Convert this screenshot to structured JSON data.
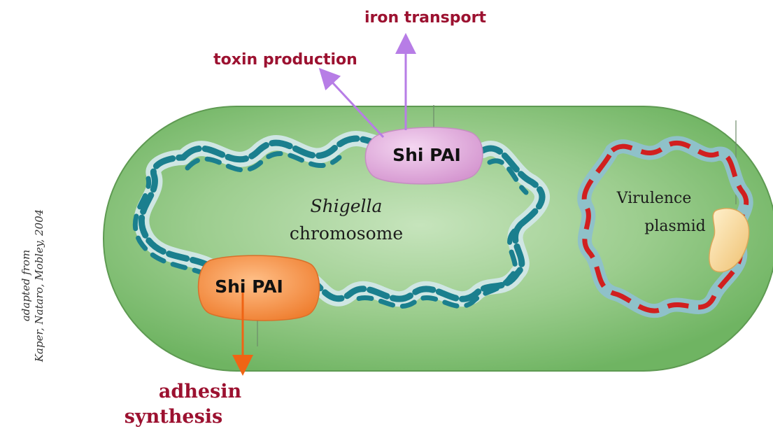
{
  "labels": {
    "iron_transport": "iron transport",
    "toxin_production": "toxin production",
    "shi_pai_top": "Shi PAI",
    "shi_pai_bottom": "Shi PAI",
    "shigella": "Shigella",
    "chromosome": "chromosome",
    "virulence": "Virulence",
    "plasmid": "plasmid",
    "adhesin": "adhesin",
    "synthesis": "synthesis",
    "credit_line1": "adapted from",
    "credit_line2": "Kaper, Nataro, Mobley, 2004"
  },
  "colors": {
    "cell_fill": "#7fbf72",
    "cell_inner": "#b8dcae",
    "cell_edge": "#6aa15e",
    "dna_teal": "#1a7f8e",
    "dna_light": "#cfe6e3",
    "plasmid_red": "#d11f1f",
    "plasmid_blue": "#8fc1c9",
    "pai_top": "#dca8d8",
    "pai_bottom": "#f08a3c",
    "plasmid_insert": "#f3d79a",
    "purple_arrow": "#b77de6",
    "orange_arrow": "#f06414",
    "maroon_text": "#9c1130",
    "label_text": "#111111"
  }
}
